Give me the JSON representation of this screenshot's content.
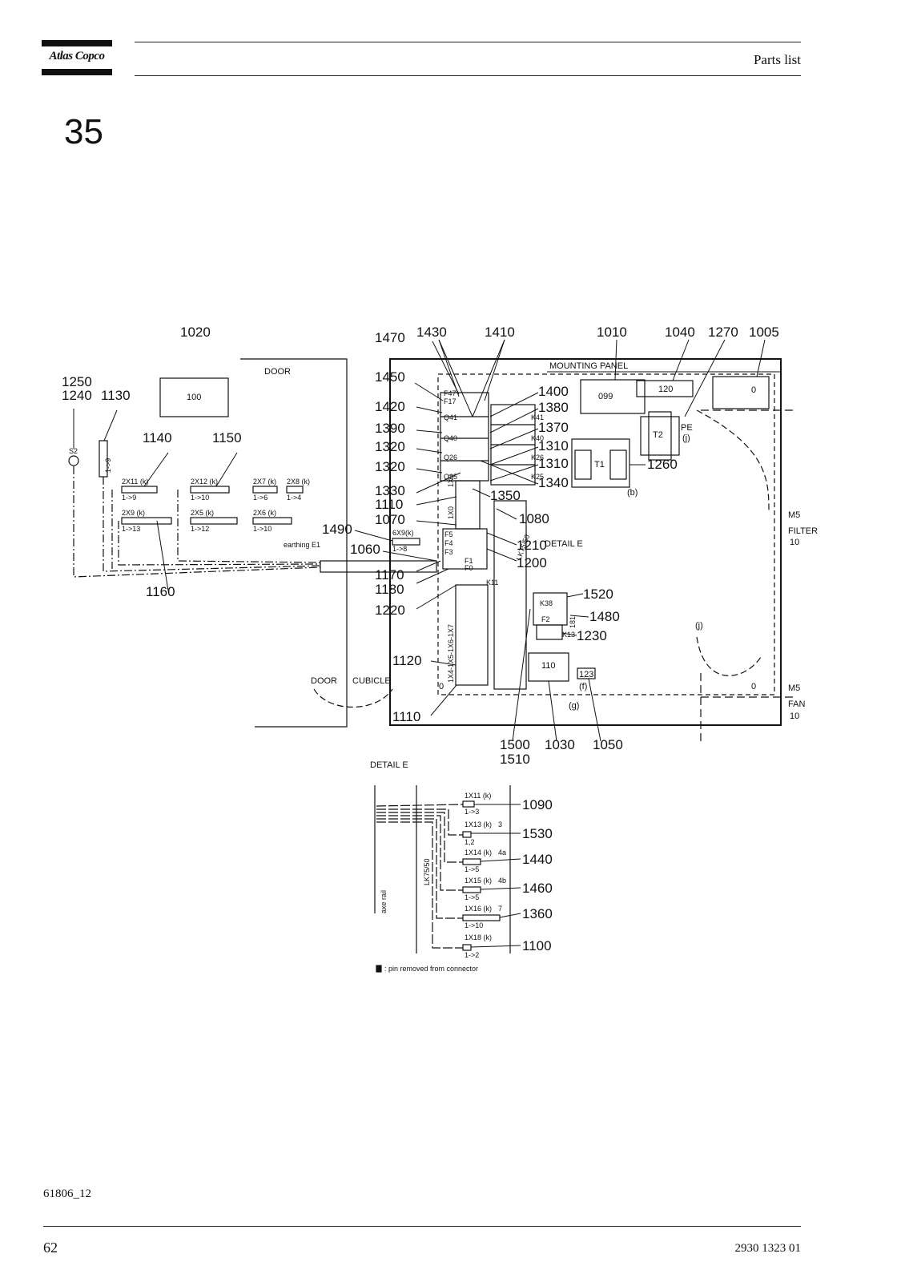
{
  "header": {
    "brand": "Atlas Copco",
    "section_title": "Parts list",
    "section_number": "35"
  },
  "footer": {
    "figure_ref": "61806_12",
    "page_number": "62",
    "doc_number": "2930 1323 01"
  },
  "diagram": {
    "callouts": {
      "c1020": "1020",
      "c1250": "1250",
      "c1240": "1240",
      "c1130": "1130",
      "c1140": "1140",
      "c1150": "1150",
      "c1160": "1160",
      "c1470": "1470",
      "c1430": "1430",
      "c1410": "1410",
      "c1010": "1010",
      "c1040": "1040",
      "c1270": "1270",
      "c1005": "1005",
      "c1450": "1450",
      "c1420": "1420",
      "c1390": "1390",
      "c1320a": "1320",
      "c1320b": "1320",
      "c1330": "1330",
      "c1110a": "1110",
      "c1070": "1070",
      "c1490": "1490",
      "c1060": "1060",
      "c1170": "1170",
      "c1180": "1180",
      "c1220": "1220",
      "c1120": "1120",
      "c1110b": "1110",
      "c1400": "1400",
      "c1380": "1380",
      "c1370": "1370",
      "c1310a": "1310",
      "c1310b": "1310",
      "c1340": "1340",
      "c1350": "1350",
      "c1080": "1080",
      "c1210": "1210",
      "c1200": "1200",
      "c1260": "1260",
      "c1520": "1520",
      "c1480": "1480",
      "c1230": "1230",
      "c1500": "1500",
      "c1510": "1510",
      "c1030": "1030",
      "c1050": "1050",
      "c1090": "1090",
      "c1530": "1530",
      "c1440": "1440",
      "c1460": "1460",
      "c1360": "1360",
      "c1100": "1100"
    },
    "labels": {
      "door": "DOOR",
      "mounting_panel": "MOUNTING PANEL",
      "box100": "100",
      "box099": "099",
      "box120": "120",
      "box110": "110",
      "box123": "123",
      "t1": "T1",
      "t2": "T2",
      "pe": "PE",
      "pe_j": "(j)",
      "b": "(b)",
      "f": "(f)",
      "g": "(g)",
      "j": "(j)",
      "s2": "S2",
      "range_1_9": "1->9",
      "x2x11": "2X11 (k)",
      "x2x11r": "1->9",
      "x2x12": "2X12 (k)",
      "x2x12r": "1->10",
      "x2x7": "2X7 (k)",
      "x2x7r": "1->6",
      "x2x8": "2X8 (k)",
      "x2x8r": "1->4",
      "x2x9": "2X9 (k)",
      "x2x9r": "1->13",
      "x2x5": "2X5 (k)",
      "x2x5r": "1->12",
      "x2x6": "2X6 (k)",
      "x2x6r": "1->10",
      "earthing": "earthing E1",
      "x6x9": "6X9(k)",
      "x6x9r": "1->8",
      "f47": "F47",
      "f17": "F17",
      "q41": "Q41",
      "q40": "Q40",
      "q26": "Q26",
      "q25": "Q25",
      "k41": "K41",
      "k40": "K40",
      "k26": "K26",
      "k25": "K25",
      "f5": "F5",
      "f4": "F4",
      "f3": "F3",
      "f1": "F1",
      "f0": "F0",
      "k11": "K11",
      "x1x0": "1X0",
      "x1x3": "1X3",
      "x1x4": "1X4-1X5-1X6-1X7",
      "lk75": "LK75/50",
      "detail_e": "DETAIL E",
      "k38": "K38",
      "f2": "F2",
      "k13": "K13",
      "n181": "181",
      "m5a": "M5",
      "filter": "FILTER",
      "n10a": "10",
      "m5b": "M5",
      "fan": "FAN",
      "n10b": "10",
      "door2": "DOOR",
      "cubicle": "CUBICLE",
      "zero1": "0",
      "zero2": "0",
      "zero3": "0",
      "detail_e2": "DETAIL E",
      "x1x11": "1X11 (k)",
      "x1x11r": "1->3",
      "x1x13": "1X13 (k)",
      "x1x13b": "3",
      "x1x13r": "1,2",
      "x1x14": "1X14 (k)",
      "x1x14b": "4a",
      "x1x14r": "1->5",
      "x1x15": "1X15 (k)",
      "x1x15b": "4b",
      "x1x15r": "1->5",
      "x1x16": "1X16 (k)",
      "x1x16b": "7",
      "x1x16r": "1->10",
      "x1x18": "1X18 (k)",
      "x1x18r": "1->2",
      "lk75b": "LK75/50",
      "axe_rail": "axe rail",
      "pin_note": ": pin removed from connector"
    }
  }
}
